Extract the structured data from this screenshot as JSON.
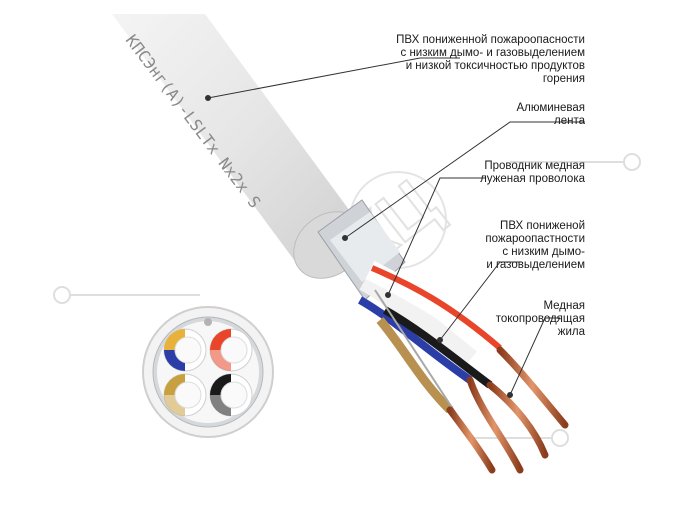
{
  "cable": {
    "marking": "КПСЭнг(А)-LSLTx Nx2x S"
  },
  "callouts": [
    {
      "lines": [
        "ПВХ пониженной пожароопасности",
        "с низким дымо- и газовыделением",
        "и низкой токсичностью продуктов",
        "горения"
      ]
    },
    {
      "lines": [
        "Алюминевая",
        "лента"
      ]
    },
    {
      "lines": [
        "Проводник медная",
        "луженая проволока"
      ]
    },
    {
      "lines": [
        "ПВХ пониженой",
        "пожароопастности",
        "с низким дымо-",
        "и газовыделением"
      ]
    },
    {
      "lines": [
        "Медная",
        "токопроводящая",
        "жила"
      ]
    }
  ],
  "cross_section": {
    "conductor_colors": [
      "#e8b23a",
      "#e8452a",
      "#c9a040",
      "#1a1a1a"
    ],
    "secondary_colors": [
      "#2b3ea8",
      "#ffffff",
      "#ffffff",
      "#ffffff"
    ]
  },
  "colors": {
    "sheath": "#ececec",
    "foil": "#cfd3d8",
    "copper": "#c8673a",
    "leader": "#333333",
    "watermark": "#dcdcdc"
  },
  "watermark": {
    "text": "КЦ"
  }
}
